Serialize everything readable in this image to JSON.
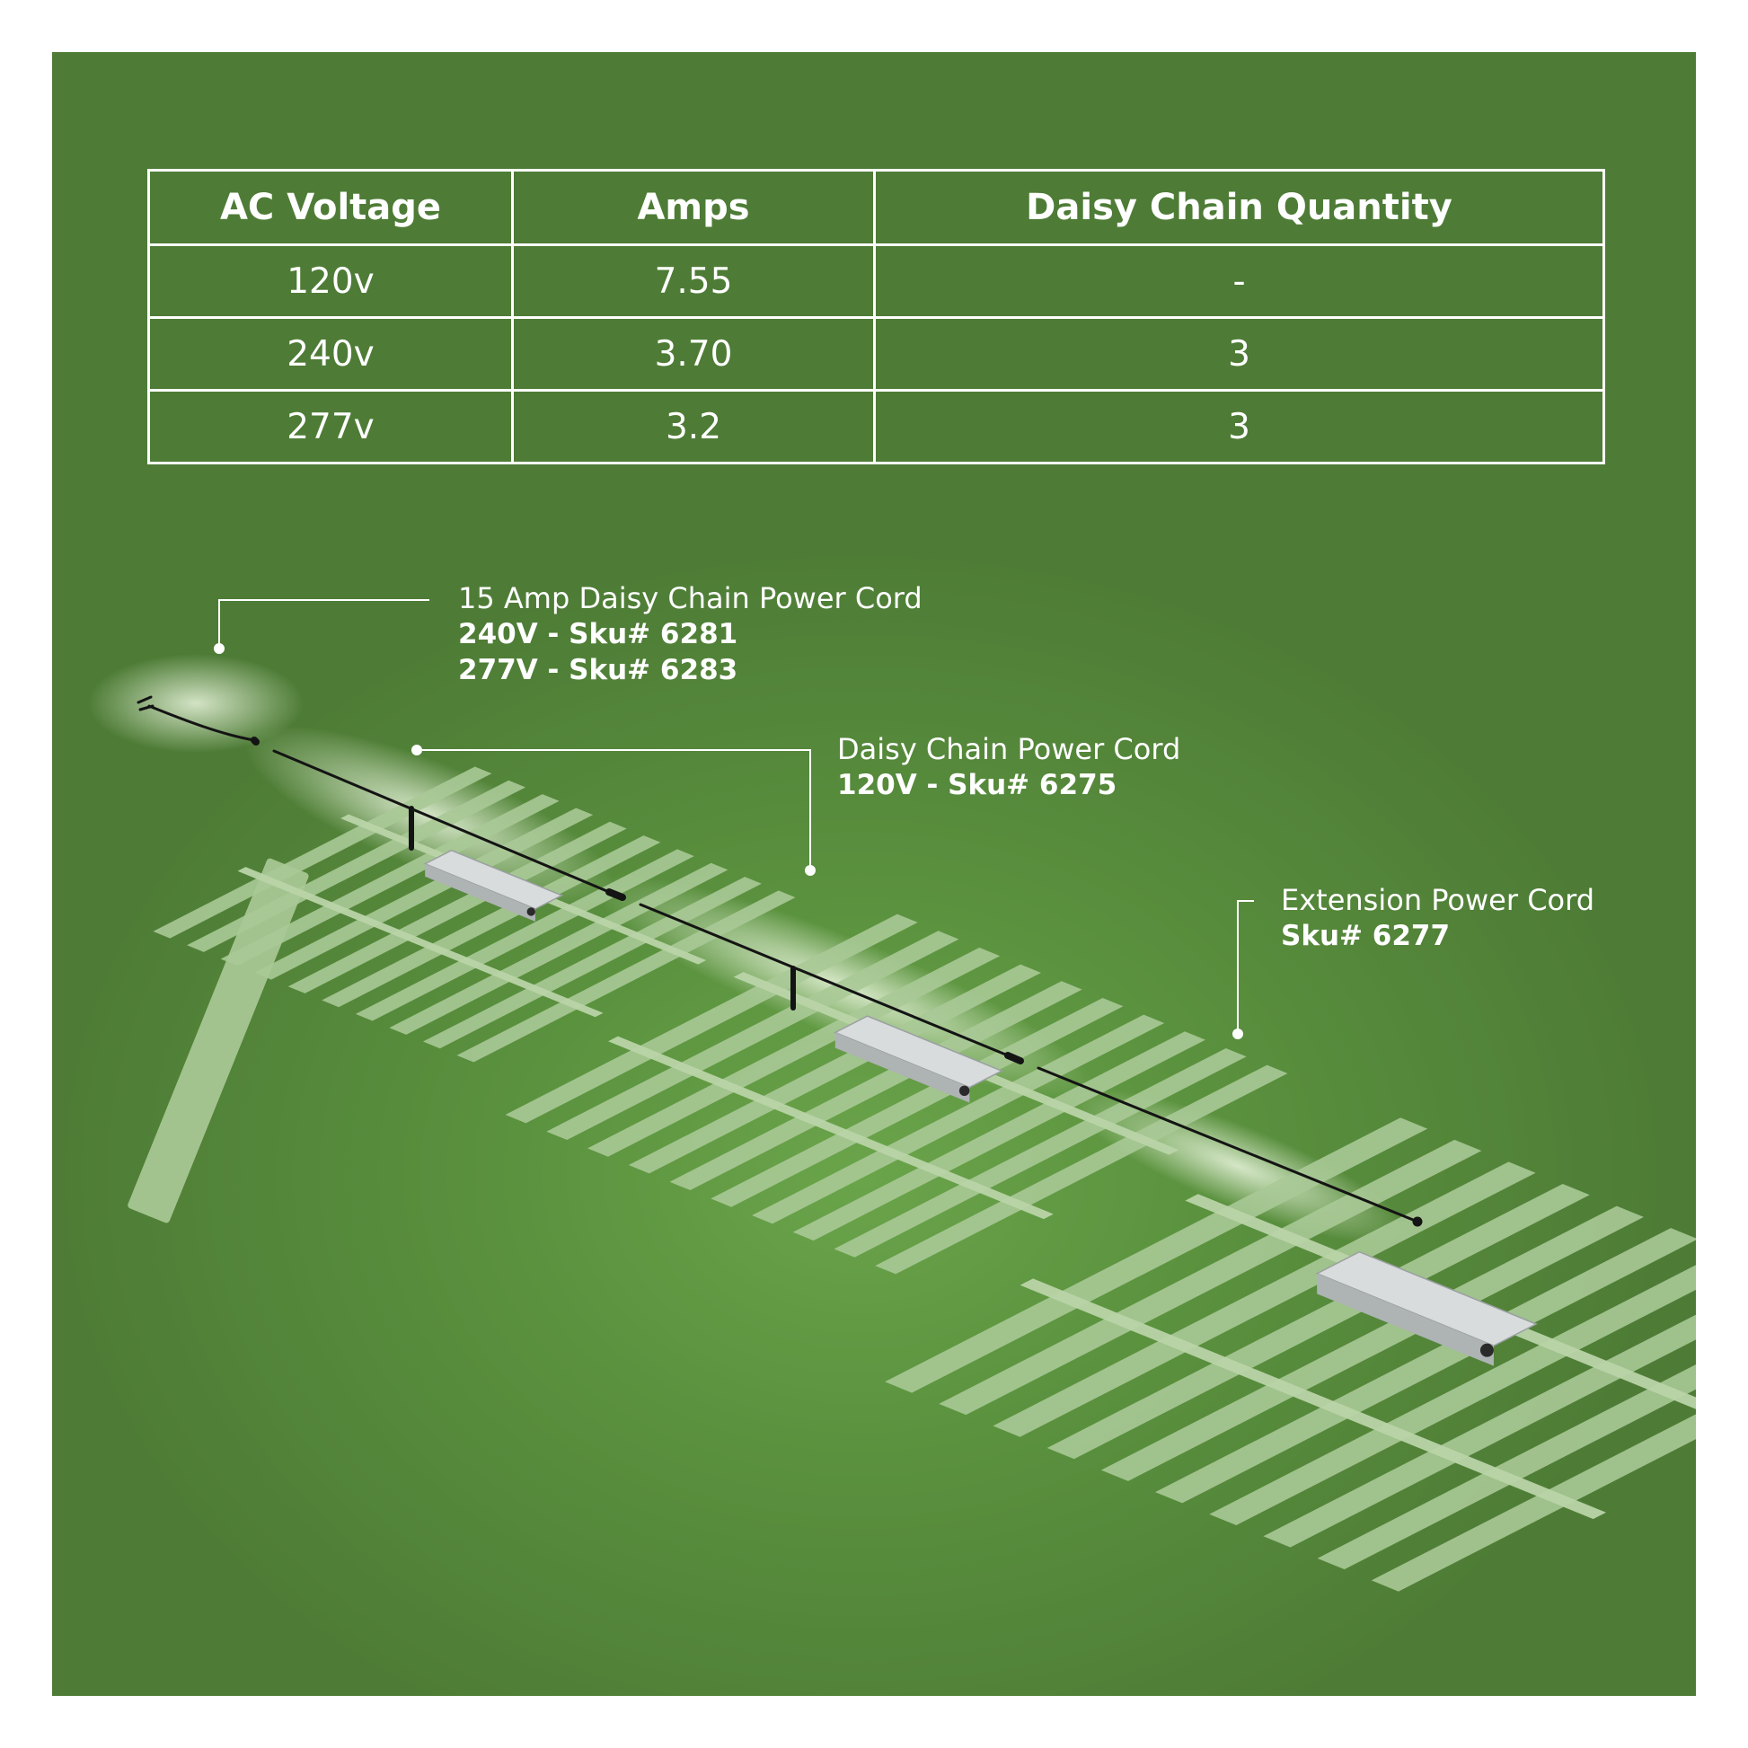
{
  "colors": {
    "background": "#5a913e",
    "text": "#ffffff",
    "bar": "#a9c996",
    "driver": "#d9dcdc"
  },
  "table": {
    "headers": [
      "AC Voltage",
      "Amps",
      "Daisy Chain Quantity"
    ],
    "rows": [
      [
        "120v",
        "7.55",
        "-"
      ],
      [
        "240v",
        "3.70",
        "3"
      ],
      [
        "277v",
        "3.2",
        "3"
      ]
    ]
  },
  "callouts": {
    "amp15": {
      "title": "15 Amp Daisy Chain Power Cord",
      "sku1": "240V - Sku# 6281",
      "sku2": "277V - Sku# 6283"
    },
    "daisy": {
      "title": "Daisy Chain Power Cord",
      "sku1": "120V - Sku# 6275"
    },
    "extension": {
      "title": "Extension Power Cord",
      "sku1": "Sku# 6277"
    }
  }
}
